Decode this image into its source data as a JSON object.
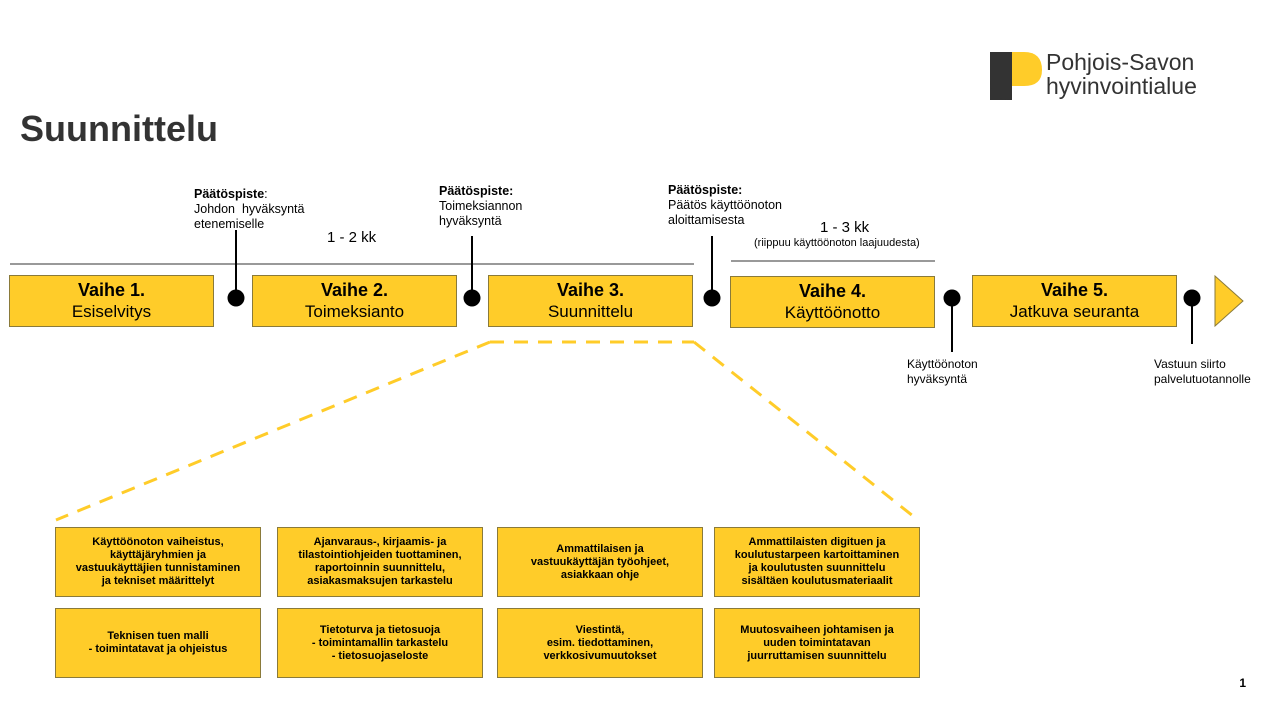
{
  "title": "Suunnittelu",
  "logo": {
    "line1": "Pohjois-Savon",
    "line2": "hyvinvointialue"
  },
  "phases": [
    {
      "num": "Vaihe 1.",
      "name": "Esiselvitys"
    },
    {
      "num": "Vaihe 2.",
      "name": "Toimeksianto"
    },
    {
      "num": "Vaihe 3.",
      "name": "Suunnittelu"
    },
    {
      "num": "Vaihe 4.",
      "name": "Käyttöönotto"
    },
    {
      "num": "Vaihe 5.",
      "name": "Jatkuva seuranta"
    }
  ],
  "decision_points": [
    {
      "label": "Päätöspiste",
      "suffix": ":",
      "text1": "Johdon  hyväksyntä",
      "text2": "etenemiselle"
    },
    {
      "label": "Päätöspiste:",
      "suffix": "",
      "text1": "Toimeksiannon",
      "text2": "hyväksyntä"
    },
    {
      "label": "Päätöspiste:",
      "suffix": "",
      "text1": "Päätös käyttöönoton",
      "text2": "aloittamisesta"
    }
  ],
  "durations": [
    {
      "text": "1 - 2 kk",
      "note": ""
    },
    {
      "text": "1 - 3 kk",
      "note": "(riippuu käyttöönoton laajuudesta)"
    }
  ],
  "bottom_notes": [
    {
      "line1": "Käyttöönoton",
      "line2": "hyväksyntä"
    },
    {
      "line1": "Vastuun siirto",
      "line2": "palvelutuotannolle"
    }
  ],
  "tasks": [
    "Käyttöönoton vaiheistus,\nkäyttäjäryhmien ja\nvastuukäyttäjien tunnistaminen\nja tekniset määrittelyt",
    "Ajanvaraus-, kirjaamis- ja\ntilastointiohjeiden tuottaminen,\nraportoinnin suunnittelu,\nasiakasmaksujen tarkastelu",
    "Ammattilaisen ja\nvastuukäyttäjän työohjeet,\nasiakkaan ohje",
    "Ammattilaisten digituen ja\nkoulutustarpeen kartoittaminen\nja koulutusten suunnittelu\nsisältäen koulutusmateriaalit",
    "Teknisen tuen malli\n- toimintatavat ja ohjeistus",
    "Tietoturva ja tietosuoja\n- toimintamallin tarkastelu\n- tietosuojaseloste",
    "Viestintä,\nesim. tiedottaminen,\nverkkosivumuutokset",
    "Muutosvaiheen johtamisen ja\nuuden toimintatavan\njuurruttamisen suunnittelu"
  ],
  "page_number": "1",
  "colors": {
    "accent": "#FFCC29",
    "title": "#333333",
    "dash": "#FFCC29"
  }
}
